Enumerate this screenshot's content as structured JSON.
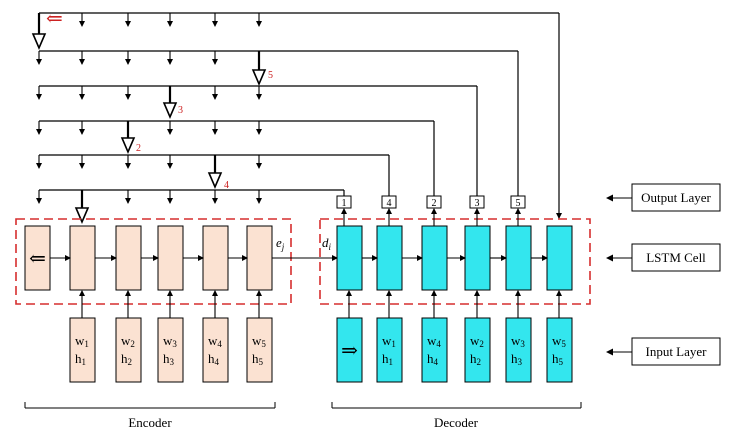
{
  "colors": {
    "encoder_fill": "#fbe2d2",
    "decoder_fill": "#33e6ee",
    "lstm_box_stroke": "#d62e2e",
    "accent_red": "#d62e2e"
  },
  "encoder": {
    "start_symbol": "⇐",
    "inputs": [
      {
        "w": "w",
        "ws": "1",
        "h": "h",
        "hs": "1"
      },
      {
        "w": "w",
        "ws": "2",
        "h": "h",
        "hs": "2"
      },
      {
        "w": "w",
        "ws": "3",
        "h": "h",
        "hs": "3"
      },
      {
        "w": "w",
        "ws": "4",
        "h": "h",
        "hs": "4"
      },
      {
        "w": "w",
        "ws": "5",
        "h": "h",
        "hs": "5"
      }
    ],
    "state_label": "e",
    "state_sub": "j",
    "label": "Encoder"
  },
  "decoder": {
    "start_symbol": "⇒",
    "inputs": [
      {
        "w": "w",
        "ws": "1",
        "h": "h",
        "hs": "1"
      },
      {
        "w": "w",
        "ws": "4",
        "h": "h",
        "hs": "4"
      },
      {
        "w": "w",
        "ws": "2",
        "h": "h",
        "hs": "2"
      },
      {
        "w": "w",
        "ws": "3",
        "h": "h",
        "hs": "3"
      },
      {
        "w": "w",
        "ws": "5",
        "h": "h",
        "hs": "5"
      }
    ],
    "outputs": [
      "1",
      "4",
      "2",
      "3",
      "5"
    ],
    "state_label": "d",
    "state_sub": "i",
    "label": "Decoder"
  },
  "pointer_symbol": "⇐",
  "pointer_labels": [
    "5",
    "3",
    "2",
    "4"
  ],
  "side_labels": {
    "output": "Output Layer",
    "lstm": "LSTM Cell",
    "input": "Input Layer"
  }
}
